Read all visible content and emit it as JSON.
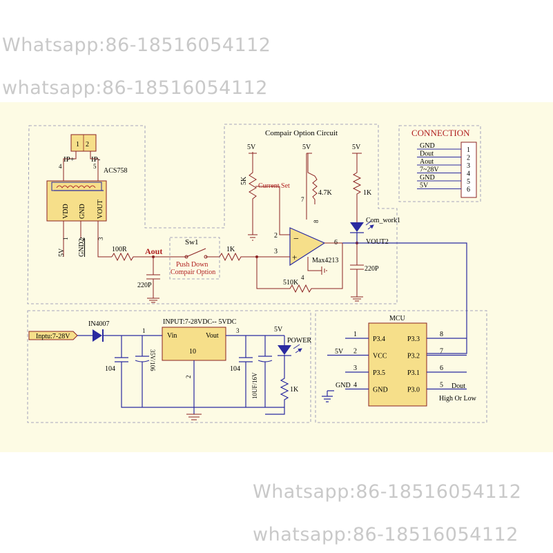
{
  "watermarks": [
    "Whatsapp:86-18516054112",
    "whatsapp:86-18516054112",
    "Whatsapp:86-18516054112",
    "whatsapp:86-18516054112"
  ],
  "sensor": {
    "pin1": "1",
    "pin2": "2",
    "ip_plus": "IP+",
    "ip_minus": "IP-",
    "pin4": "4",
    "pin5": "5",
    "part": "ACS758",
    "vdd": "VDD",
    "gnd": "GND",
    "vout": "VOUT",
    "p1": "1",
    "p2": "2",
    "p3": "3",
    "supply": "5V",
    "gnd2": "GND2"
  },
  "analog": {
    "r_series": "100R",
    "aout": "Aout",
    "cap": "220P",
    "switch": "Sw1",
    "switch_desc1": "Push Down",
    "switch_desc2": "Compair Option"
  },
  "compare": {
    "title": "Compair Option Circuit",
    "v1": "5V",
    "v2": "5V",
    "v3": "5V",
    "pot": "5K",
    "current_set": "Current  Set",
    "r_pullup": "4.7K",
    "r_led": "1K",
    "led": "Com_work1",
    "r_in": "1K",
    "opamp": "Max4213",
    "pin2": "2",
    "pin3": "3",
    "pin4": "4",
    "pin6": "6",
    "pin7": "7",
    "pin8": "8",
    "r_fb": "510K",
    "vout2": "VOUT2",
    "cap": "220P"
  },
  "connection": {
    "title": "CONNECTION",
    "labels": [
      "GND",
      "Dout",
      "Aout",
      "7~28V",
      "GND",
      "5V"
    ],
    "pins": [
      "1",
      "2",
      "3",
      "4",
      "5",
      "6"
    ]
  },
  "power": {
    "input": "Inptu:7-28V",
    "diode": "IN4007",
    "reg_title": "INPUT:7-28VDC-- 5VDC",
    "vin": "Vin",
    "vout": "Vout",
    "pin_in": "1",
    "pin_out": "3",
    "pin_adj": "10",
    "pin_gnd": "2",
    "c1": "104",
    "c2": "35V/106",
    "c3": "104",
    "c4": "10UF/16V",
    "v5": "5V",
    "led": "POWER",
    "r_led": "1K"
  },
  "mcu": {
    "title": "MCU",
    "left_pins": [
      "P3.4",
      "VCC",
      "P3.5",
      "GND"
    ],
    "left_nums": [
      "1",
      "2",
      "3",
      "4"
    ],
    "right_pins": [
      "P3.3",
      "P3.2",
      "P3.1",
      "P3.0"
    ],
    "right_nums": [
      "8",
      "7",
      "6",
      "5"
    ],
    "vcc": "5V",
    "gnd": "GND",
    "dout": "Dout",
    "dout_desc": "High Or Low"
  }
}
